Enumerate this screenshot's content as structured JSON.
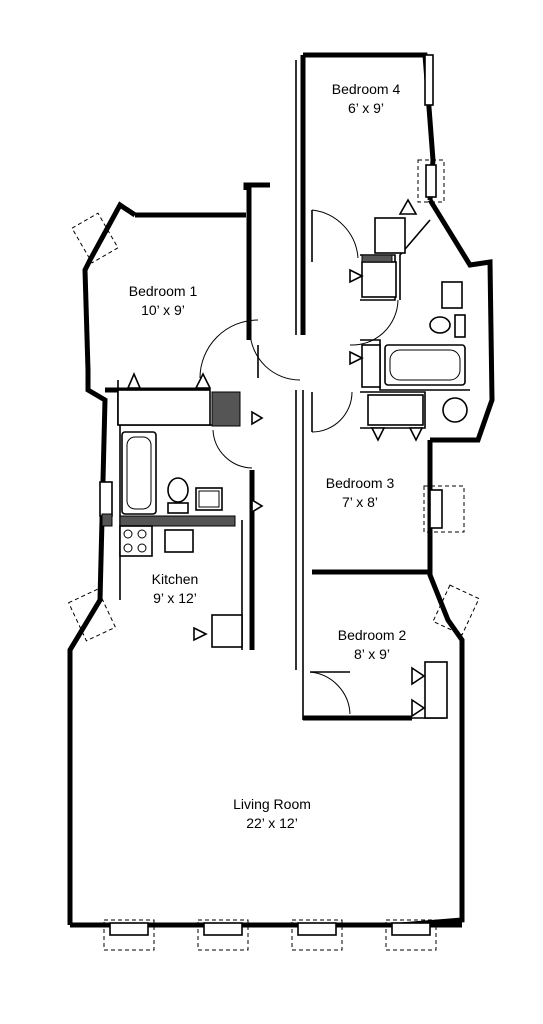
{
  "rooms": {
    "bedroom4": {
      "name": "Bedroom 4",
      "size": "6’ x 9’"
    },
    "bedroom1": {
      "name": "Bedroom 1",
      "size": "10’ x 9’"
    },
    "bedroom3": {
      "name": "Bedroom 3",
      "size": "7’ x 8’"
    },
    "kitchen": {
      "name": "Kitchen",
      "size": "9’ x 12’"
    },
    "bedroom2": {
      "name": "Bedroom 2",
      "size": "8’ x 9’"
    },
    "living_room": {
      "name": "Living Room",
      "size": "22’ x 12’"
    }
  }
}
